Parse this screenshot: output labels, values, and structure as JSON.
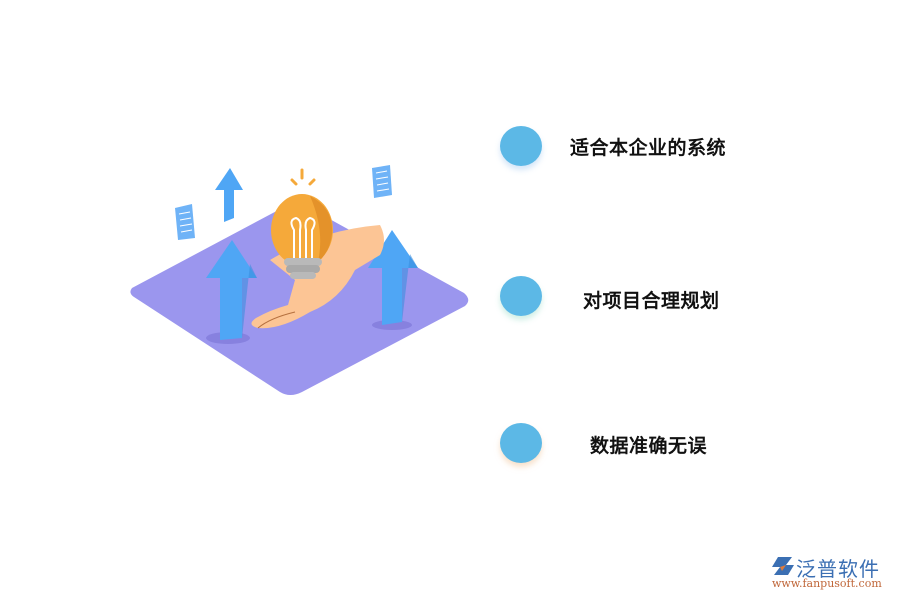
{
  "items": [
    {
      "label": "适合本企业的系统",
      "color": "#5cb8e6"
    },
    {
      "label": "对项目合理规划",
      "color": "#5cb8e6"
    },
    {
      "label": "数据准确无误",
      "color": "#5cb8e6"
    }
  ],
  "logo": {
    "name": "泛普软件",
    "url": "www.fanpusoft.com"
  },
  "illustration": {
    "subject": "hand-holding-lightbulb-on-purple-platform-with-up-arrows",
    "colors": {
      "platform": "#9b96ee",
      "arrow": "#4fa6f5",
      "bulb": "#f5a93a",
      "hand": "#fcc595"
    }
  }
}
